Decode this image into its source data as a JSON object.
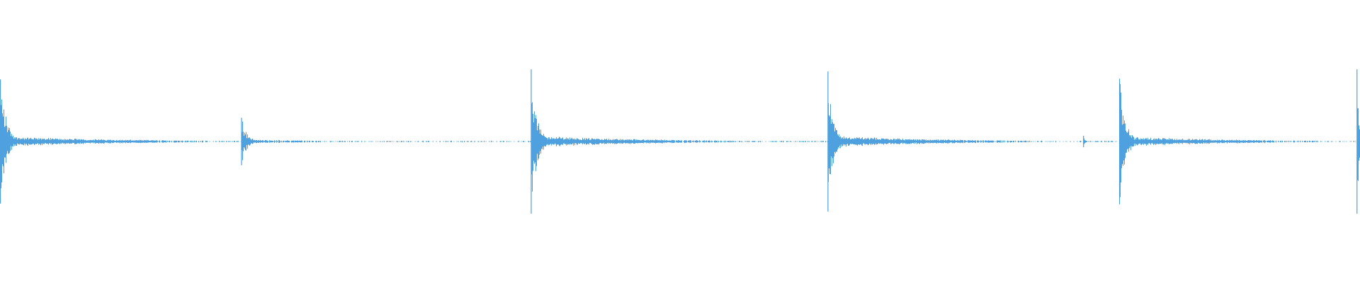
{
  "waveform": {
    "color": "#4ea1de",
    "amplitude_scale": 1.0,
    "transients": [
      {
        "time_fraction": 0.0003,
        "peak": 0.86,
        "decay": 0.055
      },
      {
        "time_fraction": 0.1776,
        "peak": 0.33,
        "decay": 0.045
      },
      {
        "time_fraction": 0.3906,
        "peak": 1.0,
        "decay": 0.05
      },
      {
        "time_fraction": 0.6088,
        "peak": 0.97,
        "decay": 0.05
      },
      {
        "time_fraction": 0.7967,
        "peak": 0.08,
        "decay": 0.01
      },
      {
        "time_fraction": 0.8232,
        "peak": 0.87,
        "decay": 0.05
      },
      {
        "time_fraction": 0.9978,
        "peak": 1.0,
        "decay": 0.02
      }
    ],
    "noise_floor": 0.012
  }
}
